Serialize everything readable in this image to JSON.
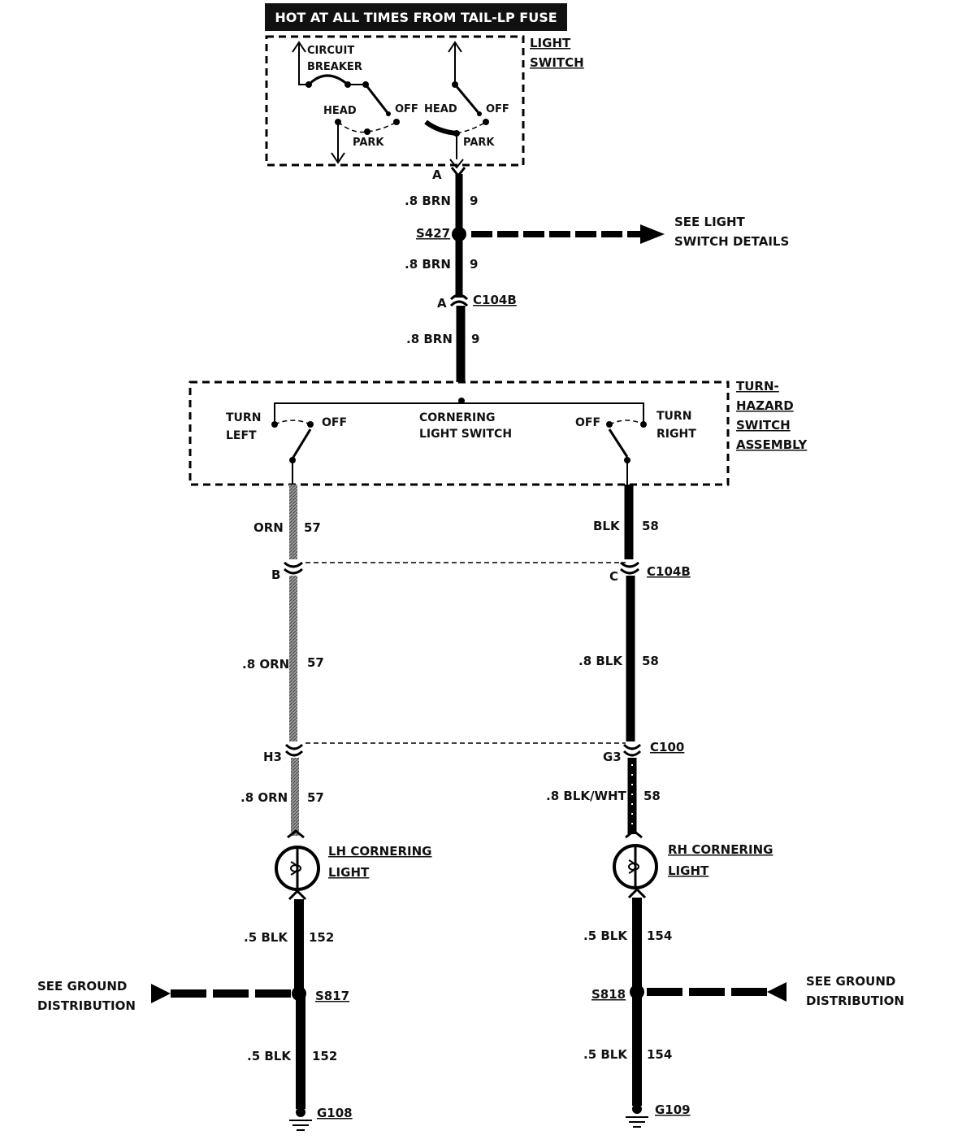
{
  "header": {
    "fuse_banner": "HOT AT ALL TIMES FROM TAIL-LP FUSE"
  },
  "light_switch": {
    "name_line1": "LIGHT",
    "name_line2": "SWITCH",
    "circuit_breaker_line1": "CIRCUIT",
    "circuit_breaker_line2": "BREAKER",
    "head": "HEAD",
    "off": "OFF",
    "park": "PARK",
    "terminal": "A"
  },
  "upper_trunk": {
    "wire1": {
      "gauge_color": ".8 BRN",
      "circuit": "9"
    },
    "splice": "S427",
    "wire2": {
      "gauge_color": ".8 BRN",
      "circuit": "9"
    },
    "connector_pin": "A",
    "connector": "C104B",
    "wire3": {
      "gauge_color": ".8 BRN",
      "circuit": "9"
    }
  },
  "see_light_switch": {
    "line1": "SEE LIGHT",
    "line2": "SWITCH DETAILS"
  },
  "turn_hazard_switch": {
    "name_line1": "TURN-",
    "name_line2": "HAZARD",
    "name_line3": "SWITCH",
    "name_line4": "ASSEMBLY",
    "turn_left_line1": "TURN",
    "turn_left_line2": "LEFT",
    "off_left": "OFF",
    "cornering_line1": "CORNERING",
    "cornering_line2": "LIGHT SWITCH",
    "off_right": "OFF",
    "turn_right_line1": "TURN",
    "turn_right_line2": "RIGHT"
  },
  "left_branch": {
    "wire1": {
      "gauge_color": "ORN",
      "circuit": "57"
    },
    "pin1": "B",
    "wire2": {
      "gauge_color": ".8 ORN",
      "circuit": "57"
    },
    "pin2": "H3",
    "wire3": {
      "gauge_color": ".8 ORN",
      "circuit": "57"
    },
    "lamp_line1": "LH CORNERING",
    "lamp_line2": "LIGHT",
    "wire4": {
      "gauge_color": ".5 BLK",
      "circuit": "152"
    },
    "splice": "S817",
    "wire5": {
      "gauge_color": ".5 BLK",
      "circuit": "152"
    },
    "ground": "G108"
  },
  "right_branch": {
    "wire1": {
      "gauge_color": "BLK",
      "circuit": "58"
    },
    "pin1": "C",
    "connector1": "C104B",
    "wire2": {
      "gauge_color": ".8 BLK",
      "circuit": "58"
    },
    "pin2": "G3",
    "connector2": "C100",
    "wire3": {
      "gauge_color": ".8 BLK/WHT",
      "circuit": "58"
    },
    "lamp_line1": "RH CORNERING",
    "lamp_line2": "LIGHT",
    "wire4": {
      "gauge_color": ".5 BLK",
      "circuit": "154"
    },
    "splice": "S818",
    "wire5": {
      "gauge_color": ".5 BLK",
      "circuit": "154"
    },
    "ground": "G109"
  },
  "see_ground_left": {
    "line1": "SEE GROUND",
    "line2": "DISTRIBUTION"
  },
  "see_ground_right": {
    "line1": "SEE GROUND",
    "line2": "DISTRIBUTION"
  },
  "colors": {
    "ink": "#000000",
    "orange_wire": "#8a8a8a",
    "banner_bg": "#111111",
    "banner_text": "#ffffff"
  }
}
